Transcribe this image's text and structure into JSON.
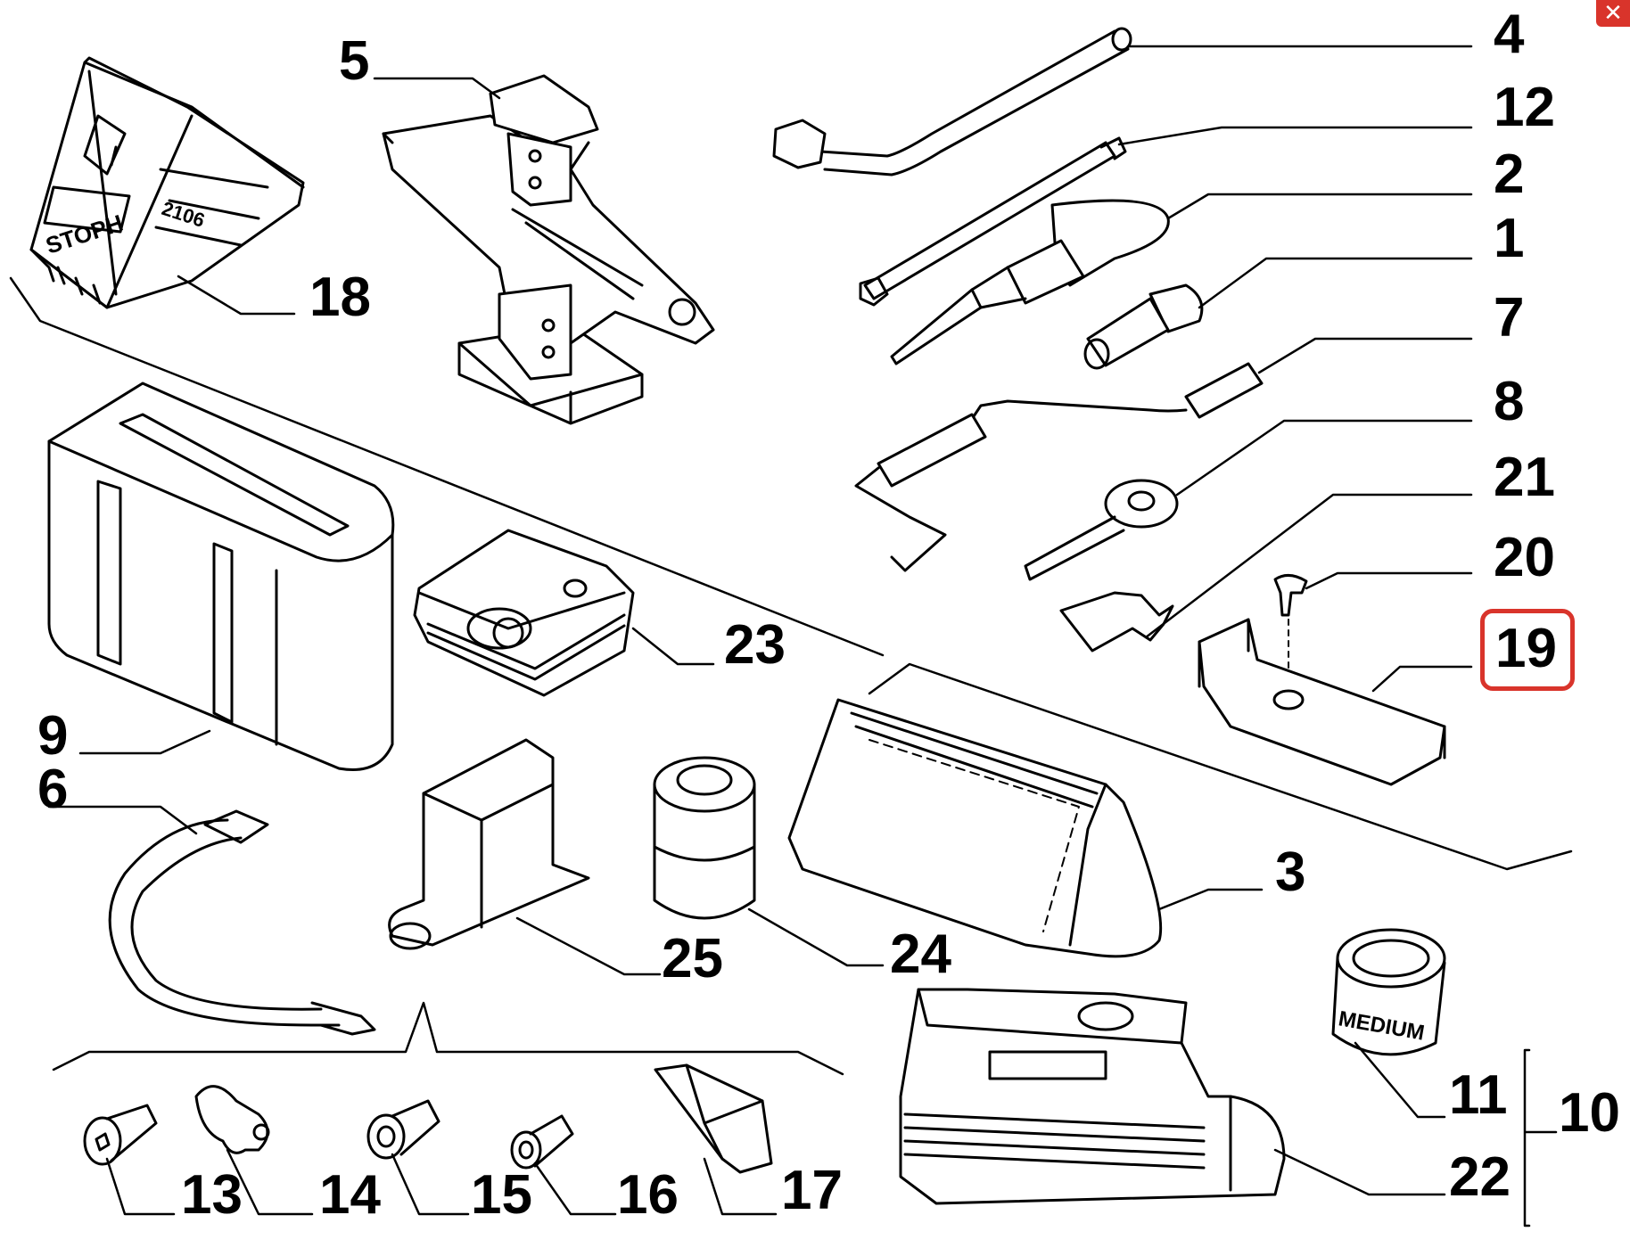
{
  "window": {
    "close_glyph": "✕",
    "close_icon": "close-icon",
    "accent_color": "#d9342b"
  },
  "highlighted_part": "19",
  "callouts": {
    "c1": "1",
    "c2": "2",
    "c3": "3",
    "c4": "4",
    "c5": "5",
    "c6": "6",
    "c7": "7",
    "c8": "8",
    "c9": "9",
    "c10": "10",
    "c11": "11",
    "c12": "12",
    "c13": "13",
    "c14": "14",
    "c15": "15",
    "c16": "16",
    "c17": "17",
    "c18": "18",
    "c19": "19",
    "c20": "20",
    "c21": "21",
    "c22": "22",
    "c23": "23",
    "c24": "24",
    "c25": "25"
  },
  "part_labels": {
    "chock_brand": "STOPH",
    "chock_model": "2106",
    "compressor_can": "MEDIUM"
  }
}
